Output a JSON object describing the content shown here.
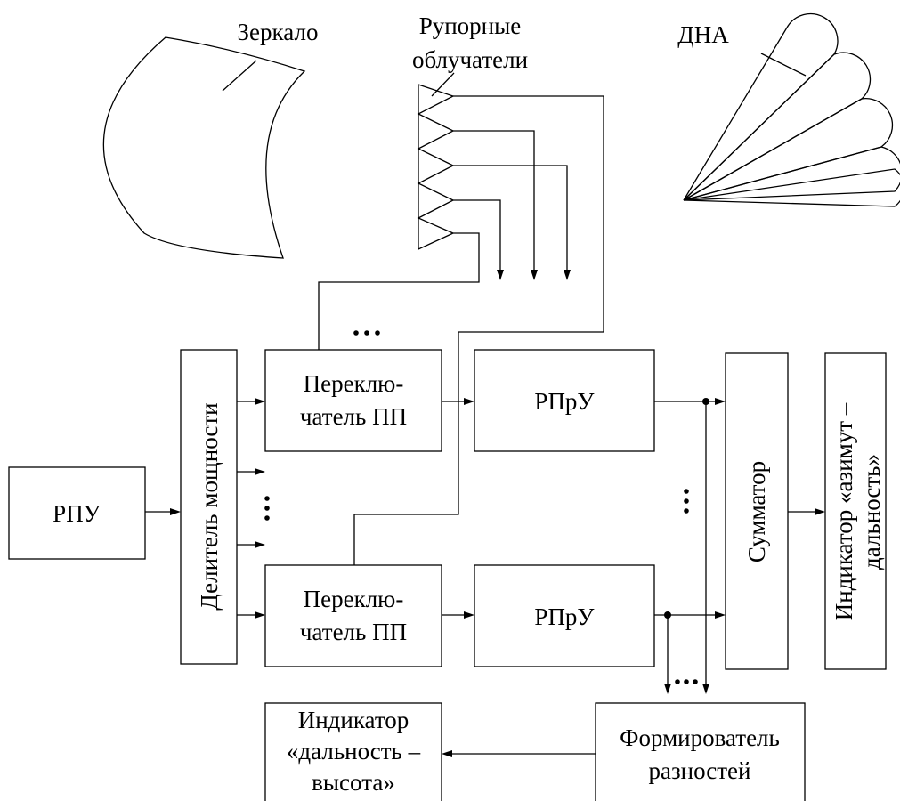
{
  "labels": {
    "mirror": "Зеркало",
    "horn_feeds_line1": "Рупорные",
    "horn_feeds_line2": "облучатели",
    "dna": "ДНА"
  },
  "blocks": {
    "rpu": "РПУ",
    "power_divider": "Делитель мощности",
    "switch_top_line1": "Переклю-",
    "switch_top_line2": "чатель ПП",
    "switch_bottom_line1": "Переклю-",
    "switch_bottom_line2": "чатель ПП",
    "receiver_top": "РПрУ",
    "receiver_bottom": "РПрУ",
    "summator": "Сумматор",
    "indicator_az_line1": "Индикатор «азимут –",
    "indicator_az_line2": "дальность»",
    "diff_former_line1": "Формирователь",
    "diff_former_line2": "разностей",
    "indicator_rh_line1": "Индикатор",
    "indicator_rh_line2": "«дальность –",
    "indicator_rh_line3": "высота»"
  }
}
